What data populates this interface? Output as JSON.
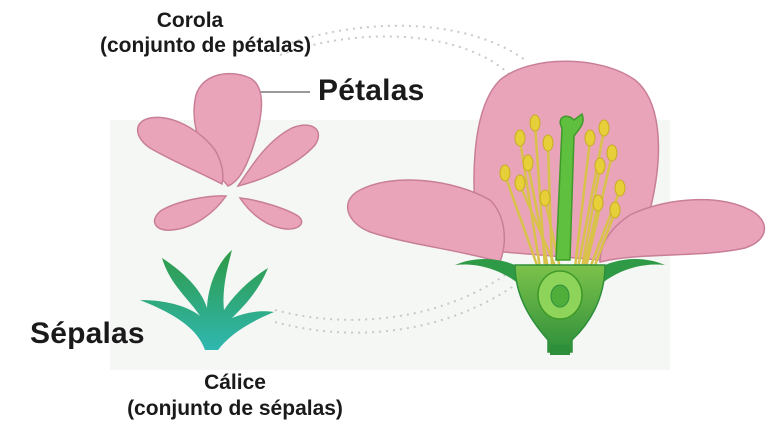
{
  "labels": {
    "corola_title": "Corola",
    "corola_sub": "(conjunto de pétalas)",
    "petalas": "Pétalas",
    "sepalas": "Sépalas",
    "calice_title": "Cálice",
    "calice_sub": "(conjunto de sépalas)"
  },
  "colors": {
    "petal_fill": "#e9a4ba",
    "petal_stroke": "#c97e98",
    "sepal_green": "#2f9a46",
    "sepal_teal": "#2fb7b0",
    "pistil_green": "#5fbf3f",
    "stamen_yellow": "#e7cf3a",
    "label_text": "#1a1a1a",
    "dotted_line": "#c9c9c9"
  }
}
